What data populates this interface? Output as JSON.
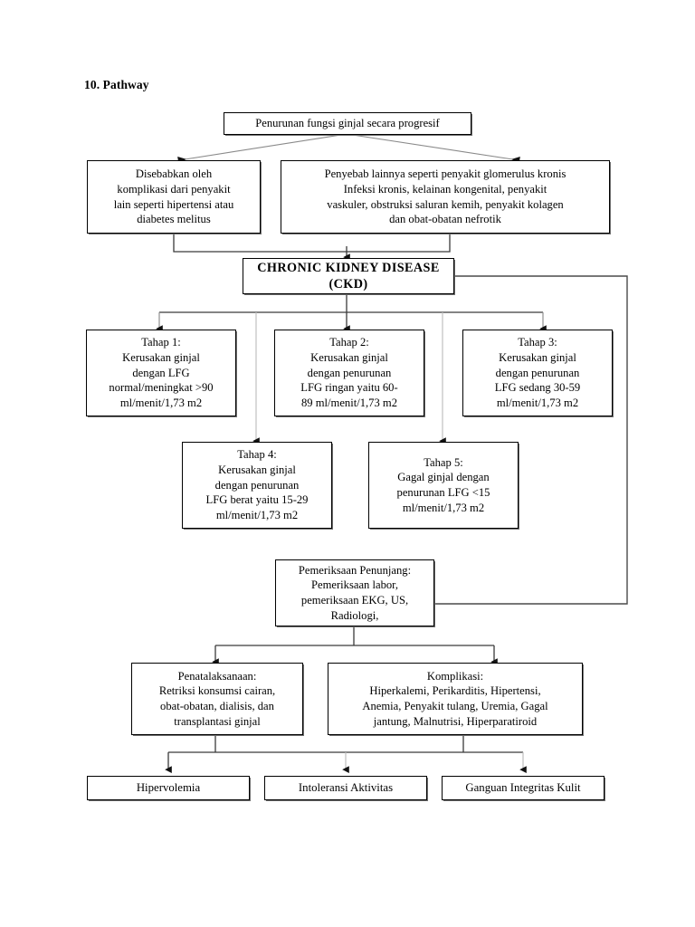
{
  "document": {
    "heading": "10. Pathway"
  },
  "flowchart": {
    "type": "flowchart",
    "title": "10. Pathway",
    "nodes": [
      {
        "id": "n1",
        "name": "penurunan-fungsi-ginjal",
        "text": "Penurunan fungsi ginjal secara progresif"
      },
      {
        "id": "n2",
        "name": "penyebab-komplikasi",
        "text": "Disebabkan oleh\nkomplikasi dari penyakit\nlain seperti hipertensi atau\ndiabetes melitus"
      },
      {
        "id": "n3",
        "name": "penyebab-lainnya",
        "text": "Penyebab lainnya seperti penyakit glomerulus kronis\nInfeksi kronis, kelainan kongenital, penyakit\nvaskuler, obstruksi saluran kemih, penyakit kolagen\ndan obat-obatan nefrotik"
      },
      {
        "id": "n4",
        "name": "chronic-kidney-disease",
        "text": "CHRONIC KIDNEY DISEASE\n(CKD)"
      },
      {
        "id": "n5",
        "name": "tahap-1",
        "text": "Tahap 1:\nKerusakan ginjal\ndengan LFG\nnormal/meningkat >90\nml/menit/1,73 m2"
      },
      {
        "id": "n6",
        "name": "tahap-2",
        "text": "Tahap 2:\nKerusakan ginjal\ndengan penurunan\nLFG ringan yaitu 60-\n89 ml/menit/1,73 m2"
      },
      {
        "id": "n7",
        "name": "tahap-3",
        "text": "Tahap 3:\nKerusakan ginjal\ndengan penurunan\nLFG sedang 30-59\nml/menit/1,73 m2"
      },
      {
        "id": "n8",
        "name": "tahap-4",
        "text": "Tahap 4:\nKerusakan ginjal\ndengan penurunan\nLFG berat yaitu 15-29\nml/menit/1,73 m2"
      },
      {
        "id": "n9",
        "name": "tahap-5",
        "text": "Tahap 5:\nGagal ginjal dengan\npenurunan LFG <15\nml/menit/1,73 m2"
      },
      {
        "id": "n10",
        "name": "pemeriksaan-penunjang",
        "text": "Pemeriksaan Penunjang:\nPemeriksaan labor,\npemeriksaan EKG, US,\nRadiologi,"
      },
      {
        "id": "n11",
        "name": "penatalaksanaan",
        "text": "Penatalaksanaan:\nRetriksi konsumsi cairan,\nobat-obatan, dialisis, dan\ntransplantasi ginjal"
      },
      {
        "id": "n12",
        "name": "komplikasi",
        "text": "Komplikasi:\nHiperkalemi, Perikarditis, Hipertensi,\nAnemia, Penyakit tulang, Uremia, Gagal\njantung, Malnutrisi, Hiperparatiroid"
      },
      {
        "id": "n13",
        "name": "hipervolemia",
        "text": "Hipervolemia"
      },
      {
        "id": "n14",
        "name": "intoleransi-aktivitas",
        "text": "Intoleransi Aktivitas"
      },
      {
        "id": "n15",
        "name": "ganguan-integritas-kulit",
        "text": "Ganguan Integritas Kulit"
      }
    ],
    "edges": [
      {
        "from": "n1",
        "to": "n2"
      },
      {
        "from": "n1",
        "to": "n3"
      },
      {
        "from": "n2",
        "to": "n4"
      },
      {
        "from": "n3",
        "to": "n4"
      },
      {
        "from": "n4",
        "to": "n5"
      },
      {
        "from": "n4",
        "to": "n6"
      },
      {
        "from": "n4",
        "to": "n7"
      },
      {
        "from": "n4",
        "to": "n8"
      },
      {
        "from": "n4",
        "to": "n9"
      },
      {
        "from": "n4",
        "to": "n10"
      },
      {
        "from": "n10",
        "to": "n11"
      },
      {
        "from": "n10",
        "to": "n12"
      },
      {
        "from": "n11",
        "to": "n13"
      },
      {
        "from": "n11",
        "to": "n14"
      },
      {
        "from": "n12",
        "to": "n15"
      }
    ],
    "colors": {
      "box_border": "#000000",
      "box_shadow": "#707070",
      "connector": "#3a3a3a",
      "connector_light": "#b8b8b8",
      "background": "#ffffff"
    }
  }
}
